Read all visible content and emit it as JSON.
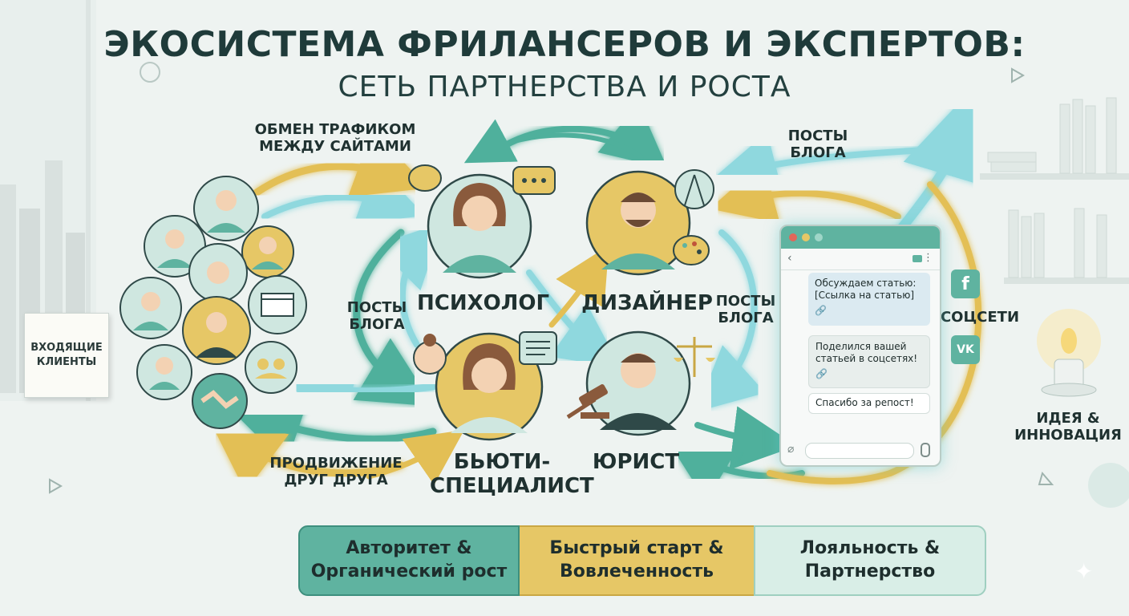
{
  "title": {
    "line1": "ЭКОСИСТЕМА ФРИЛАНСЕРОВ И ЭКСПЕРТОВ:",
    "line2": "СЕТЬ ПАРТНЕРСТВА И РОСТА"
  },
  "sign": {
    "text": "ВХОДЯЩИЕ КЛИЕНТЫ"
  },
  "flows": {
    "traffic": "ОБМЕН ТРАФИКОМ МЕЖДУ САЙТАМИ",
    "blog_left": "ПОСТЫ БЛОГА",
    "blog_right": "ПОСТЫ БЛОГА",
    "blog_top": "ПОСТЫ БЛОГА",
    "promotion": "ПРОДВИЖЕНИЕ ДРУГ ДРУГА",
    "social": "СОЦСЕТИ",
    "idea": "ИДЕЯ & ИННОВАЦИЯ"
  },
  "roles": {
    "psychologist": "ПСИХОЛОГ",
    "designer": "ДИЗАЙНЕР",
    "beauty": "БЬЮТИ-СПЕЦИАЛИСТ",
    "lawyer": "ЮРИСТ"
  },
  "chat": {
    "msg1": "Обсуждаем статью: [Ссылка на статью]",
    "msg2": "Поделился вашей статьей в соцсетях!",
    "msg3": "Спасибо за репост!"
  },
  "social_icons": {
    "facebook": "f",
    "vk": "VK"
  },
  "bottom": {
    "b1": "Авторитет & Органический рост",
    "b2": "Быстрый старт & Вовлеченность",
    "b3": "Лояльность & Партнерство"
  },
  "colors": {
    "teal": "#5fb3a0",
    "gold": "#e6c766",
    "mint": "#d9eee7",
    "dark": "#1f3b3a",
    "glow": "#7fd6d6"
  }
}
